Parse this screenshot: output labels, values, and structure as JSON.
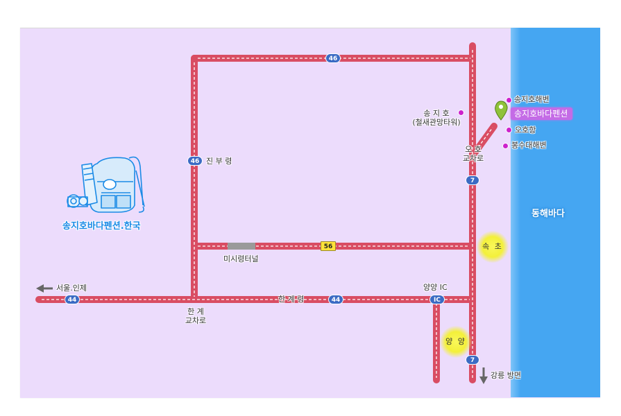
{
  "map": {
    "brand": "송지호바다펜션.한국",
    "sea_label": "동해바다",
    "pension_label": "송지호바다펜션",
    "road_labels": {
      "jinburyeong": "진 부 령",
      "misiryeong_tunnel": "미시령터널",
      "hangyeryeong": "한 계 령",
      "hangye_ic_1": "한 계",
      "hangye_ic_2": "교차로",
      "oho_ic_1": "오 호",
      "oho_ic_2": "교차로",
      "yangyang_ic": "양양 IC",
      "to_seoul": "서울.인제",
      "to_gangneung": "강릉 방면"
    },
    "places": {
      "songjiho_1": "송 지 호",
      "songjiho_2": "(철새관망타워)",
      "songjiho_beach": "송지호해변",
      "oho_port": "오호항",
      "bongsudae_beach": "봉수대해변",
      "sokcho": "속 초",
      "yangyang": "양 양"
    },
    "shields": {
      "r46_top": "46",
      "r46_left": "46",
      "r7_upper": "7",
      "r7_lower": "7",
      "r56": "56",
      "r44_left": "44",
      "r44_mid": "44",
      "ic": "IC"
    },
    "colors": {
      "land": "#ecdcfc",
      "sea": "#45a6f2",
      "road": "#d94d63",
      "road_dash": "#ffffff",
      "highlight": "#f3f03a",
      "poi": "#cc22cc",
      "shield": "#3b6bc4"
    },
    "icons": {
      "pension_marker": "map-pin-icon",
      "brand_logo": "backpack-icon",
      "arrow_west": "arrow-left-icon",
      "arrow_south": "arrow-down-icon"
    }
  }
}
